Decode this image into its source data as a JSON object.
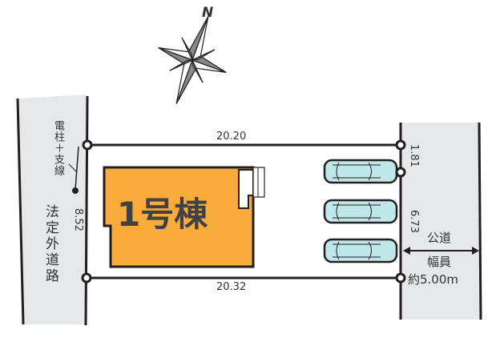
{
  "compass": {
    "label": "N"
  },
  "left_road": {
    "label": "法定外道路",
    "pole_label": "電柱＋支線"
  },
  "right_road": {
    "label_line1": "公道",
    "label_line2": "幅員",
    "label_line3": "約5.00m"
  },
  "dimensions": {
    "top": "20.20",
    "bottom": "20.32",
    "left": "8.52",
    "right_upper": "1.81",
    "right_lower": "6.73"
  },
  "building": {
    "label": "1号棟"
  },
  "colors": {
    "building": "#f9ab3b",
    "road": "#e6e7e8",
    "car": "#bfe6e8",
    "line": "#231f20"
  }
}
